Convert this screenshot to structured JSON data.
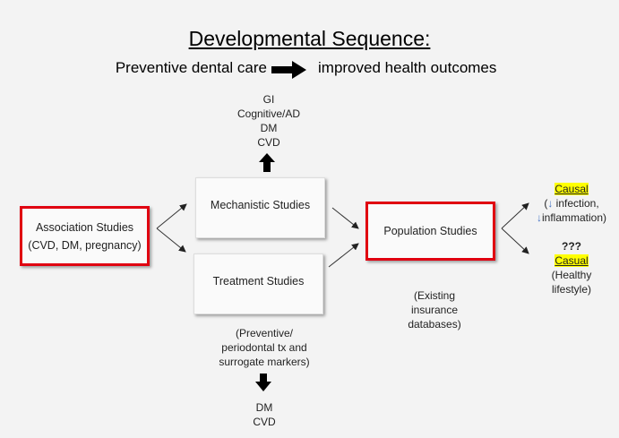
{
  "title": "Developmental Sequence:",
  "subtitle": {
    "left": "Preventive dental care",
    "right": "improved health outcomes"
  },
  "mechanistic_outcomes": [
    "GI",
    "Cognitive/AD",
    "DM",
    "CVD"
  ],
  "boxes": {
    "association": {
      "line1": "Association Studies",
      "line2": "(CVD, DM, pregnancy)"
    },
    "mechanistic": "Mechanistic Studies",
    "treatment": "Treatment Studies",
    "population": "Population Studies"
  },
  "treatment_note": [
    "(Preventive/",
    "periodontal tx and",
    "surrogate markers)"
  ],
  "treatment_outcomes": [
    "DM",
    "CVD"
  ],
  "population_note": [
    "(Existing",
    "insurance",
    "databases)"
  ],
  "results": {
    "causal": {
      "label": "Causal",
      "open": "(",
      "line1": "infection,",
      "line2": "inflammation)",
      "arrow": "↓"
    },
    "question": "???",
    "casual": {
      "label": "Casual",
      "line1": "(Healthy",
      "line2": "lifestyle)"
    }
  },
  "colors": {
    "highlight": "#ffff00",
    "border_red": "#e00010",
    "arrow_blue": "#4472c4"
  }
}
